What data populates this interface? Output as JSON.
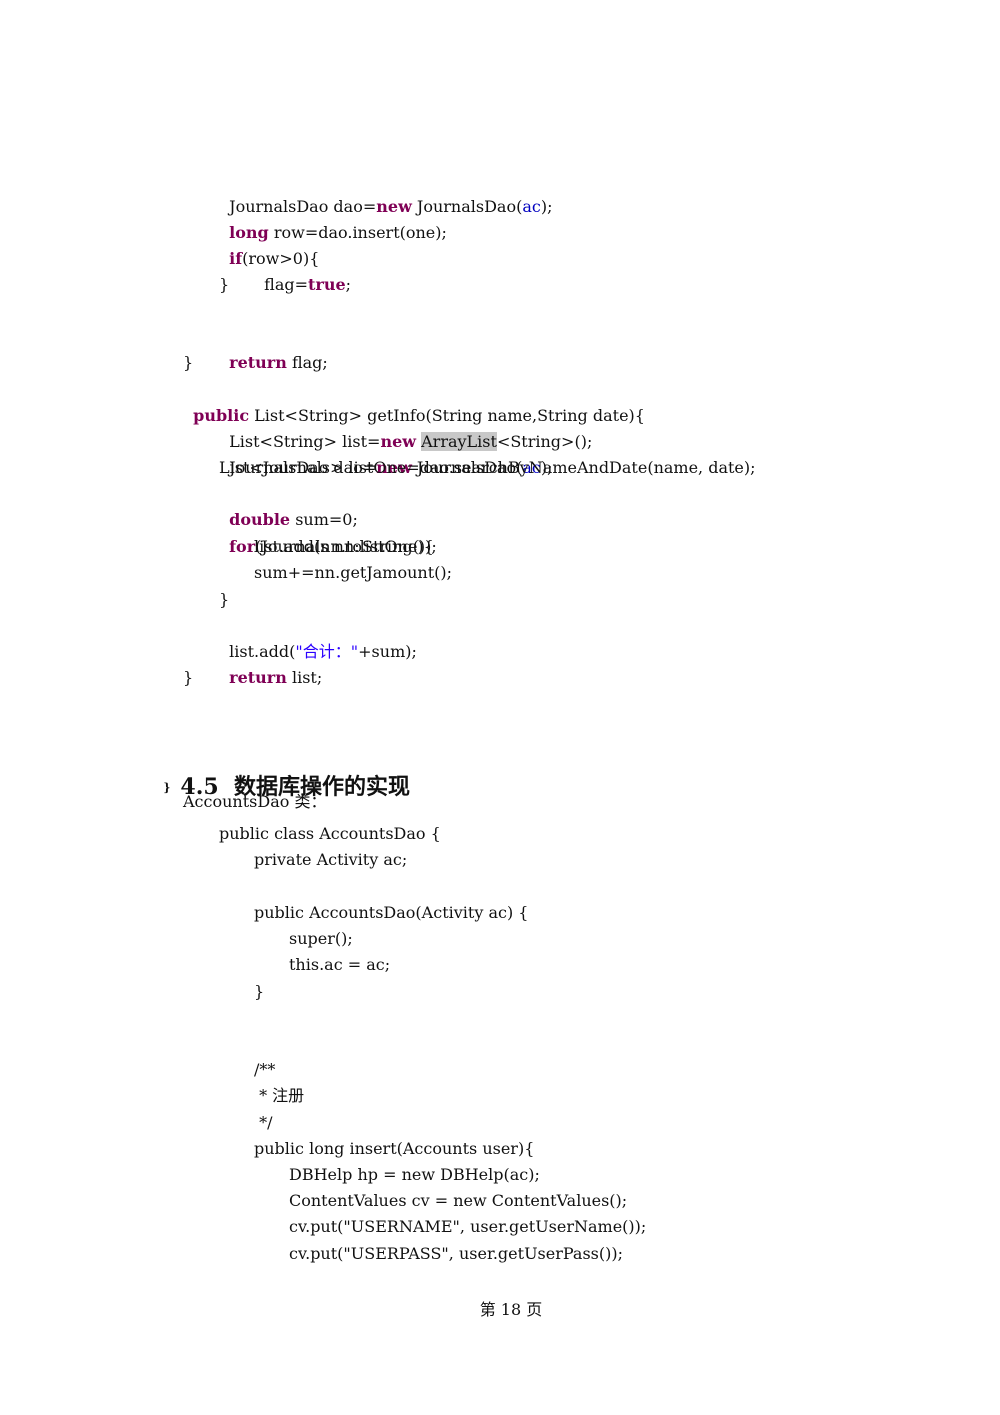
{
  "code_block_1": {
    "l01": [
      "JournalsDao dao=",
      "new",
      " JournalsDao(",
      "ac",
      ");"
    ],
    "l02": [
      "long",
      " row=dao.insert(one);"
    ],
    "l03": [
      "if",
      "(row>0){"
    ],
    "l04": [
      "flag=",
      "true",
      ";"
    ],
    "l05": "}",
    "l06": [
      "return",
      " flag;"
    ],
    "l07": "}",
    "l08": [
      "public",
      " List<String> getInfo(String name,String date){"
    ],
    "l09": [
      "List<String> list=",
      "new",
      " ",
      "ArrayList",
      "<String>();"
    ],
    "l10": [
      "JournalsDao dao=",
      "new",
      " JournalsDao(",
      "ac",
      ");"
    ],
    "l11": "List<Journals> listOne=dao.searchByNameAndDate(name, date);",
    "l12": [
      "double",
      " sum=0;"
    ],
    "l13": [
      "for",
      "(Journals nn:listOne){"
    ],
    "l14": "list.add(nn.toString());",
    "l15": "sum+=nn.getJamount();",
    "l16": "}",
    "l17": [
      "list.add(",
      "\"合计：\"",
      "+sum);"
    ],
    "l18": [
      "return",
      " list;"
    ],
    "l19": "}"
  },
  "section": {
    "bullet": "}",
    "number": "4.5",
    "title": "数据库操作的实现"
  },
  "class_label": "AccountsDao 类：",
  "code_block_2": {
    "l01": "public class AccountsDao {",
    "l02": "private Activity ac;",
    "l03": "public AccountsDao(Activity ac) {",
    "l04": "super();",
    "l05": "this.ac = ac;",
    "l06": "}",
    "l07": "/**",
    "l08": " * 注册",
    "l09": " */",
    "l10": "public long insert(Accounts user){",
    "l11": "DBHelp hp = new DBHelp(ac);",
    "l12": "ContentValues cv = new ContentValues();",
    "l13": "cv.put(\"USERNAME\", user.getUserName());",
    "l14": "cv.put(\"USERPASS\", user.getUserPass());"
  },
  "footer": {
    "page_label": "第 18 页"
  }
}
